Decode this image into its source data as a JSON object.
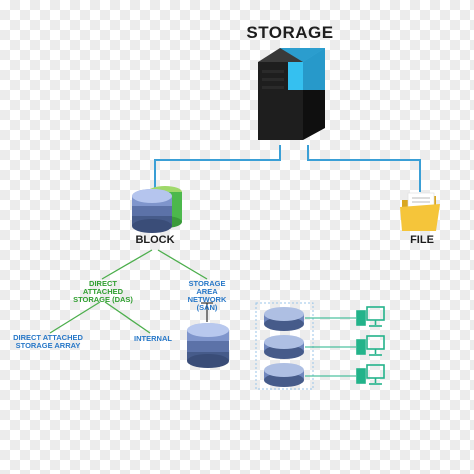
{
  "labels": {
    "storage": "STORAGE",
    "block": "BLOCK",
    "file": "FILE",
    "das": "DIRECT ATTACHED STORAGE (DAS)",
    "san": "STORAGE AREA NETWORK (SAN)",
    "das_array": "DIRECT ATTACHED STORAGE ARRAY",
    "internal": "INTERNAL"
  },
  "colors": {
    "connector_blue": "#3a9fd6",
    "connector_green": "#4cae4c",
    "server_body": "#1e1e1e",
    "server_accent": "#2aa9df",
    "disk_light": "#aebfe3",
    "disk_mid": "#6f86bd",
    "disk_dark": "#465b8a",
    "monitor_teal": "#23b38a",
    "folder_yellow": "#f5c53a",
    "das_text": "#2f9e2f",
    "san_text": "#2878c8"
  },
  "icons": {
    "server": "server-tower-icon",
    "block": "block-storage-stack-icon",
    "file": "file-folder-icon",
    "san_disk": "disk-stack-icon",
    "array_disk": "disk-icon",
    "client": "monitor-icon"
  }
}
